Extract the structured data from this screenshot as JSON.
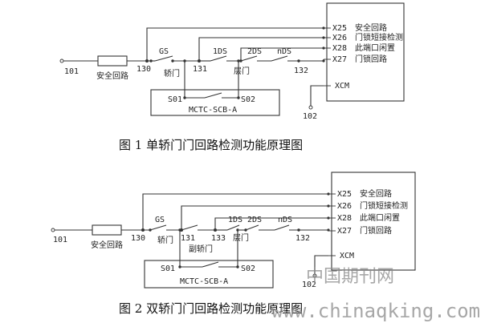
{
  "figure1": {
    "caption": "图 1 单轿门门回路检测功能原理图",
    "terminals": [
      "X25",
      "X26",
      "X28",
      "X27"
    ],
    "terminal_names": [
      "安全回路",
      "门锁短接检测",
      "此端口闲置",
      "门锁回路"
    ],
    "xcm": "XCM",
    "node_101": "101",
    "node_102": "102",
    "node_130": "130",
    "node_131": "131",
    "node_132": "132",
    "safety_box": "安全回路",
    "gs": "GS",
    "car_door": "轿门",
    "ds1": "1DS",
    "ds2": "2DS",
    "dsn": "nDS",
    "landing_door": "层门",
    "s01": "S01",
    "s02": "S02",
    "board": "MCTC-SCB-A"
  },
  "figure2": {
    "caption": "图 2 双轿门门回路检测功能原理图",
    "terminals": [
      "X25",
      "X26",
      "X28",
      "X27"
    ],
    "terminal_names": [
      "安全回路",
      "门锁短接检测",
      "此端口闲置",
      "门锁回路"
    ],
    "xcm": "XCM",
    "node_101": "101",
    "node_102": "102",
    "node_130": "130",
    "node_131": "131",
    "node_133": "133",
    "node_132": "132",
    "safety_box": "安全回路",
    "gs": "GS",
    "car_door": "轿门",
    "aux_car_door": "副轿门",
    "ds1": "1DS",
    "ds2": "2DS",
    "dsn": "nDS",
    "landing_door": "层门",
    "s01": "S01",
    "s02": "S02",
    "board": "MCTC-SCB-A"
  },
  "watermark": {
    "line1": "中国期刊网",
    "line2": "www.chinaqking.com"
  }
}
